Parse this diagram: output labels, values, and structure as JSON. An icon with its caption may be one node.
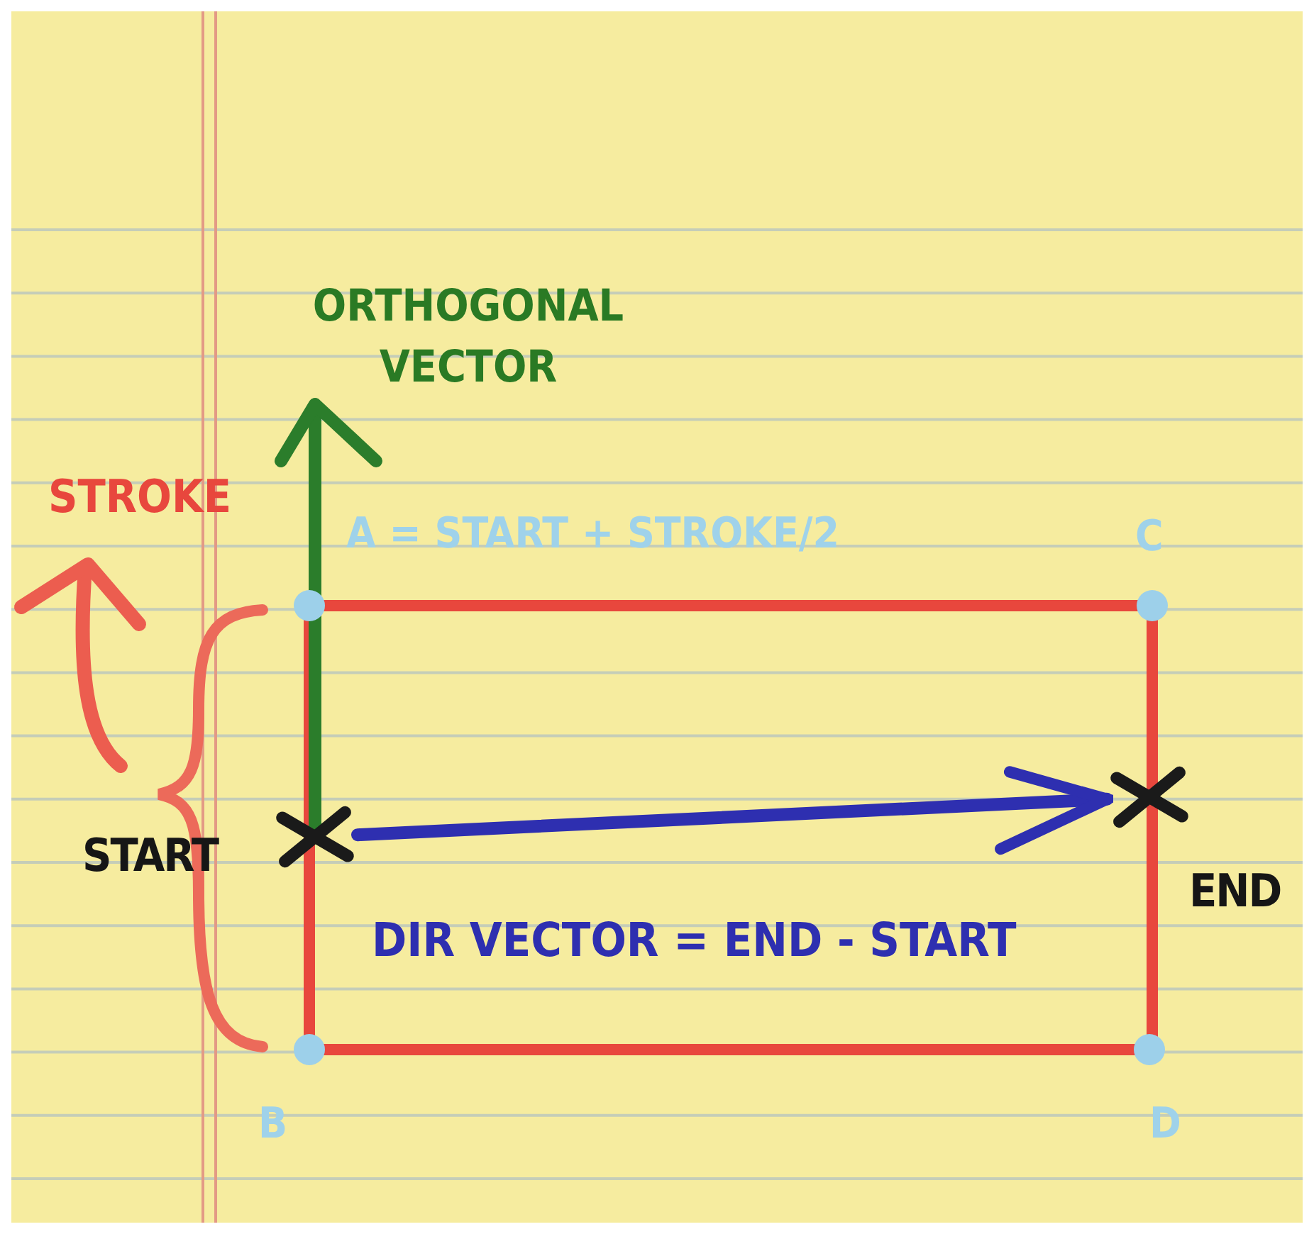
{
  "diagram": {
    "nodes": [
      {
        "text": [],
        "shape": "cross",
        "beside": [
          "START"
        ]
      },
      {
        "text": [],
        "shape": "cross",
        "beside": [
          "END"
        ]
      }
    ],
    "edges": [
      {
        "from": 0,
        "to": 1,
        "arrow": "to",
        "color": "#2e2fb0"
      }
    ],
    "labels": [
      "ORTHOGONAL VECTOR",
      "STROKE",
      "A = START + STROKE/2",
      "C",
      "DIR VECTOR = END - START",
      "B",
      "D"
    ]
  }
}
